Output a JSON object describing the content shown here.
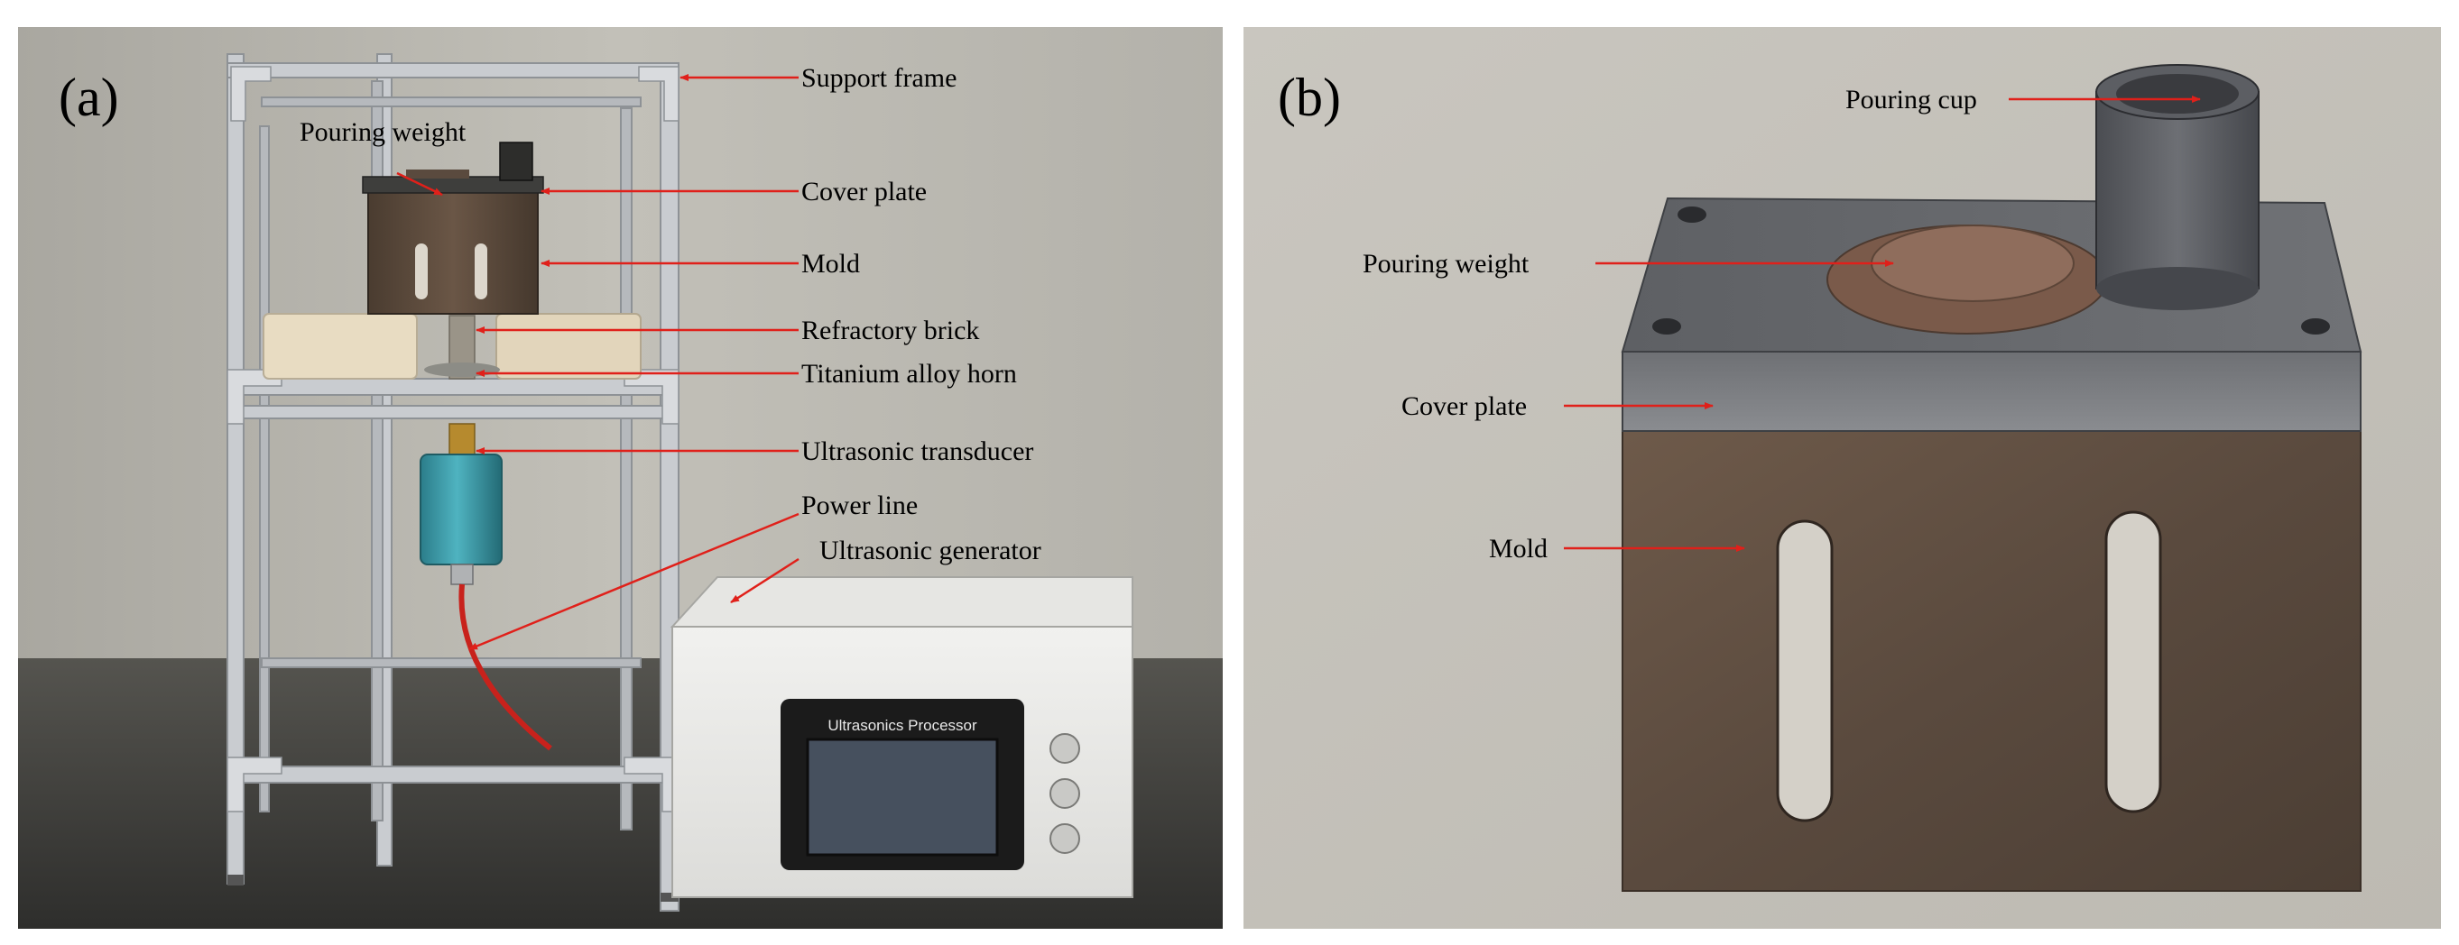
{
  "panels": [
    {
      "label": "(a)",
      "callouts": [
        "Support frame",
        "Pouring weight",
        "Cover plate",
        "Mold",
        "Refractory brick",
        "Titanium alloy horn",
        "Ultrasonic transducer",
        "Power line",
        "Ultrasonic generator"
      ],
      "device_screen_title": "Ultrasonics Processor"
    },
    {
      "label": "(b)",
      "callouts": [
        "Pouring cup",
        "Pouring weight",
        "Cover plate",
        "Mold"
      ]
    }
  ],
  "colors": {
    "arrow": "#e0201a",
    "wall_a": "#b9b7af",
    "table_a": "#3c3c3a",
    "wall_b": "#c6c3bb",
    "steel": "#6b5a4c",
    "frame": "#c9ccd0"
  }
}
